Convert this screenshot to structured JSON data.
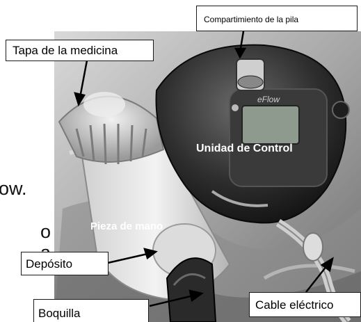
{
  "labels": {
    "battery_compartment": "Compartimiento  de la pila",
    "medicine_cap": "Tapa de la medicina",
    "control_unit": "Unidad de  Control",
    "handpiece": "Pieza de mano",
    "reservoir": "Depósito",
    "mouthpiece": "Boquilla",
    "electric_cable": "Cable eléctrico"
  },
  "device_brand": "eFlow",
  "left_text_fragments": [
    "ow.",
    "o",
    "a"
  ],
  "colors": {
    "label_border": "#1a1a1a",
    "label_background": "#ffffff",
    "control_unit_text": "#ffffff",
    "handpiece_text": "#ffffff"
  }
}
